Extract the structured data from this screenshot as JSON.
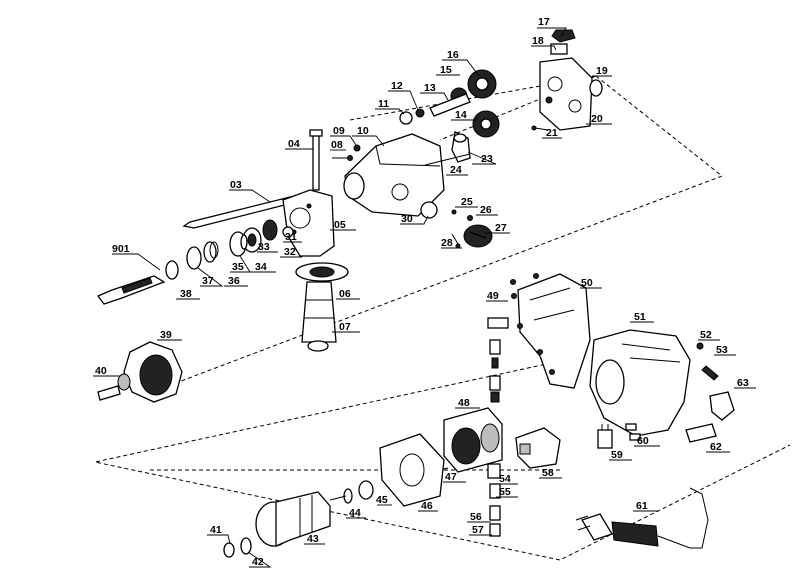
{
  "callouts": [
    {
      "id": "c17",
      "text": "17"
    },
    {
      "id": "c18",
      "text": "18"
    },
    {
      "id": "c19",
      "text": "19"
    },
    {
      "id": "c20",
      "text": "20"
    },
    {
      "id": "c21",
      "text": "21"
    },
    {
      "id": "c16",
      "text": "16"
    },
    {
      "id": "c15",
      "text": "15"
    },
    {
      "id": "c12",
      "text": "12"
    },
    {
      "id": "c13",
      "text": "13"
    },
    {
      "id": "c11",
      "text": "11"
    },
    {
      "id": "c14",
      "text": "14"
    },
    {
      "id": "c09",
      "text": "09"
    },
    {
      "id": "c10",
      "text": "10"
    },
    {
      "id": "c04",
      "text": "04"
    },
    {
      "id": "c08",
      "text": "08"
    },
    {
      "id": "c23",
      "text": "23"
    },
    {
      "id": "c24",
      "text": "24"
    },
    {
      "id": "c03",
      "text": "03"
    },
    {
      "id": "c25",
      "text": "25"
    },
    {
      "id": "c26",
      "text": "26"
    },
    {
      "id": "c05",
      "text": "05"
    },
    {
      "id": "c30",
      "text": "30"
    },
    {
      "id": "c27",
      "text": "27"
    },
    {
      "id": "c28",
      "text": "28"
    },
    {
      "id": "c31",
      "text": "31"
    },
    {
      "id": "c33",
      "text": "33"
    },
    {
      "id": "c32",
      "text": "32"
    },
    {
      "id": "c901",
      "text": "901"
    },
    {
      "id": "c35",
      "text": "35"
    },
    {
      "id": "c34",
      "text": "34"
    },
    {
      "id": "c37",
      "text": "37"
    },
    {
      "id": "c36",
      "text": "36"
    },
    {
      "id": "c38",
      "text": "38"
    },
    {
      "id": "c06",
      "text": "06"
    },
    {
      "id": "c07",
      "text": "07"
    },
    {
      "id": "c39",
      "text": "39"
    },
    {
      "id": "c40",
      "text": "40"
    },
    {
      "id": "c49",
      "text": "49"
    },
    {
      "id": "c50",
      "text": "50"
    },
    {
      "id": "c51",
      "text": "51"
    },
    {
      "id": "c52",
      "text": "52"
    },
    {
      "id": "c53",
      "text": "53"
    },
    {
      "id": "c63",
      "text": "63"
    },
    {
      "id": "c48",
      "text": "48"
    },
    {
      "id": "c60",
      "text": "60"
    },
    {
      "id": "c62",
      "text": "62"
    },
    {
      "id": "c59",
      "text": "59"
    },
    {
      "id": "c47",
      "text": "47"
    },
    {
      "id": "c54",
      "text": "54"
    },
    {
      "id": "c58",
      "text": "58"
    },
    {
      "id": "c55",
      "text": "55"
    },
    {
      "id": "c45",
      "text": "45"
    },
    {
      "id": "c46",
      "text": "46"
    },
    {
      "id": "c44",
      "text": "44"
    },
    {
      "id": "c61",
      "text": "61"
    },
    {
      "id": "c56",
      "text": "56"
    },
    {
      "id": "c57",
      "text": "57"
    },
    {
      "id": "c43",
      "text": "43"
    },
    {
      "id": "c41",
      "text": "41"
    },
    {
      "id": "c42",
      "text": "42"
    }
  ]
}
